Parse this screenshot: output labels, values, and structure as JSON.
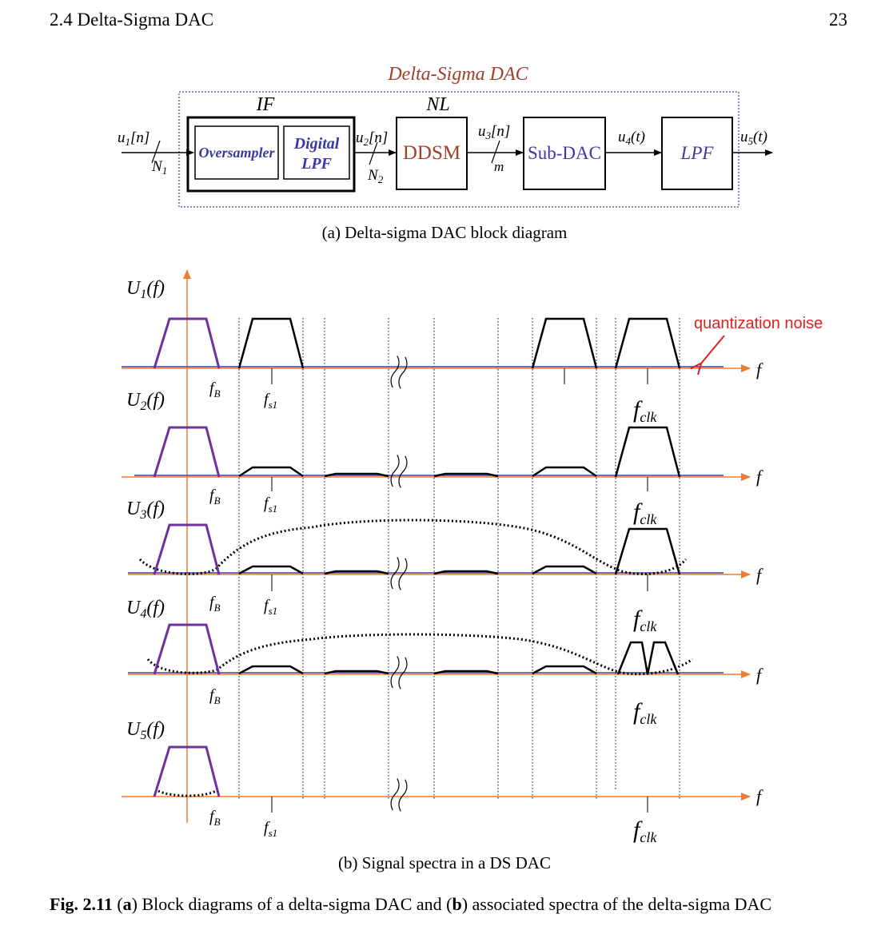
{
  "header": {
    "section": "2.4   Delta-Sigma DAC",
    "page_number": "23"
  },
  "block_diagram": {
    "title": "Delta-Sigma DAC",
    "group_if": "IF",
    "group_nl": "NL",
    "oversampler": "Oversampler",
    "digital_lpf_line1": "Digital",
    "digital_lpf_line2": "LPF",
    "ddsm": "DDSM",
    "sub_dac": "Sub-DAC",
    "lpf": "LPF",
    "sig_u1_base": "u",
    "sig_u1_sub": "1",
    "sig_u1_arg": "[n]",
    "sig_n1_base": "N",
    "sig_n1_sub": "1",
    "sig_u2_base": "u",
    "sig_u2_sub": "2",
    "sig_u2_arg": "[n]",
    "sig_n2_base": "N",
    "sig_n2_sub": "2",
    "sig_u3_base": "u",
    "sig_u3_sub": "3",
    "sig_u3_arg": "[n]",
    "sig_m": "m",
    "sig_u4_base": "u",
    "sig_u4_sub": "4",
    "sig_u4_arg": "(t)",
    "sig_u5_base": "u",
    "sig_u5_sub": "5",
    "sig_u5_arg": "(t)"
  },
  "caption_a": "(a) Delta-sigma DAC block diagram",
  "spectra": {
    "rows": [
      {
        "label_base": "U",
        "label_sub": "1",
        "label_arg": "(f)"
      },
      {
        "label_base": "U",
        "label_sub": "2",
        "label_arg": "(f)"
      },
      {
        "label_base": "U",
        "label_sub": "3",
        "label_arg": "(f)"
      },
      {
        "label_base": "U",
        "label_sub": "4",
        "label_arg": "(f)"
      },
      {
        "label_base": "U",
        "label_sub": "5",
        "label_arg": "(f)"
      }
    ],
    "f_axis": "f",
    "fB_base": "f",
    "fB_sub": "B",
    "fs1_base": "f",
    "fs1_sub": "s1",
    "fclk_base": "f",
    "fclk_sub": "clk",
    "quantization_noise": "quantization noise"
  },
  "caption_b": "(b) Signal spectra in a DS DAC",
  "figure_caption": {
    "label": "Fig. 2.11",
    "a": "a",
    "text1": " Block diagrams of a delta-sigma DAC and (",
    "b": "b",
    "text2": ") associated spectra of the delta-sigma DAC"
  },
  "colors": {
    "signal_purple": "#7030a0",
    "axis_orange": "#ed7d31",
    "axis_blue": "#4040a0",
    "title_brown": "#a0402a",
    "label_blue": "#3a3aa0",
    "annotation_red": "#e02020"
  }
}
